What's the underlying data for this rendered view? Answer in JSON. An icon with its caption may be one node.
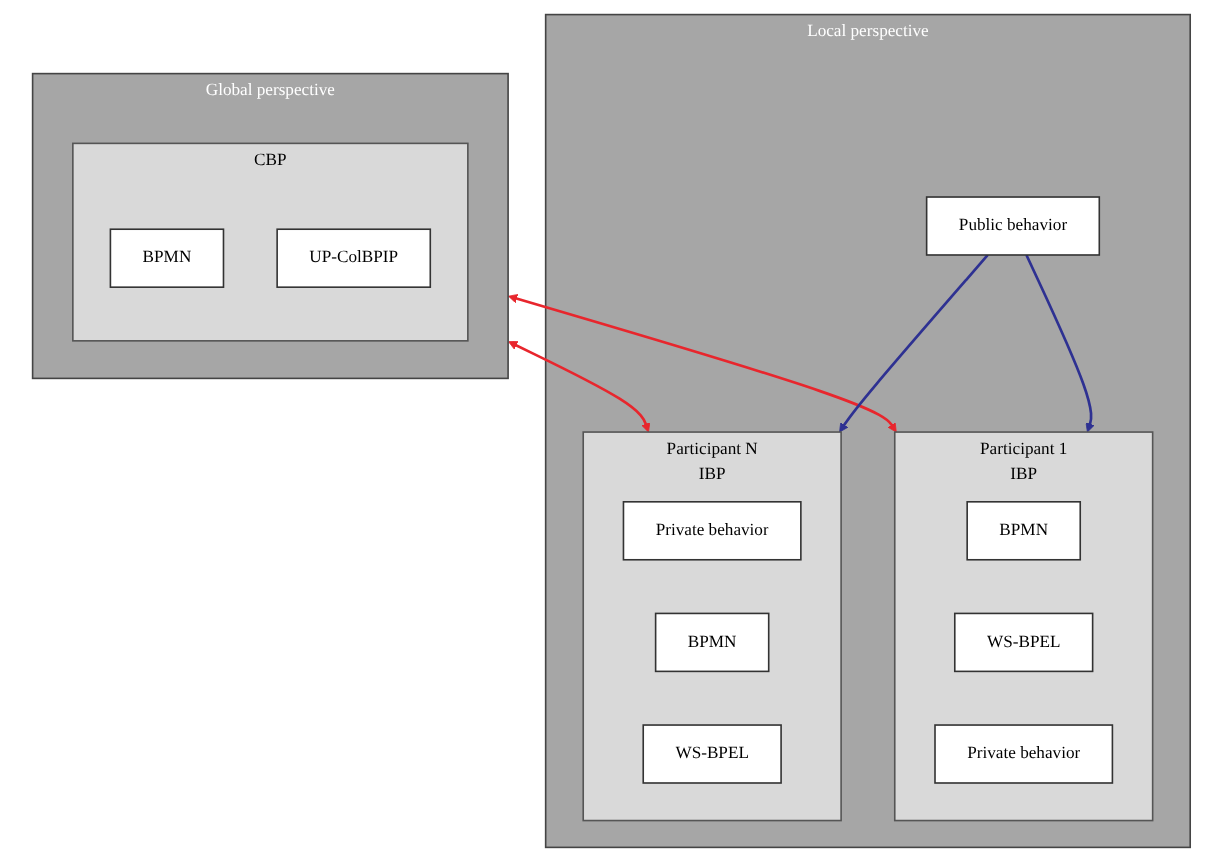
{
  "diagram": {
    "nodes": [
      {
        "text": [
          "Global perspective"
        ]
      },
      {
        "text": [
          "CBP"
        ],
        "in": 0
      },
      {
        "text": [
          "BPMN"
        ],
        "in": 1
      },
      {
        "text": [
          "UP-ColBPIP"
        ],
        "in": 1
      },
      {
        "text": [
          "Local perspective"
        ]
      },
      {
        "text": [
          "Participant 1",
          "IBP"
        ],
        "in": 4
      },
      {
        "text": [
          "BPMN"
        ],
        "in": 5
      },
      {
        "text": [
          "WS-BPEL"
        ],
        "in": 5
      },
      {
        "text": [
          "Private behavior"
        ],
        "in": 5
      },
      {
        "text": [
          "Public behavior"
        ],
        "in": 4
      },
      {
        "text": [
          "Participant N",
          "IBP"
        ],
        "in": 4
      },
      {
        "text": [
          "Private behavior"
        ],
        "in": 10
      },
      {
        "text": [
          "BPMN"
        ],
        "in": 10
      },
      {
        "text": [
          "WS-BPEL"
        ],
        "in": 10
      }
    ],
    "edges": [
      {
        "from": 0,
        "to": 5,
        "arrow": "both",
        "color": "#e8262d"
      },
      {
        "from": 0,
        "to": 10,
        "arrow": "both",
        "color": "#e8262d"
      },
      {
        "from": 9,
        "to": 5,
        "arrow": "to",
        "color": "#2e3192"
      },
      {
        "from": 9,
        "to": 10,
        "arrow": "to",
        "color": "#2e3192"
      }
    ]
  }
}
